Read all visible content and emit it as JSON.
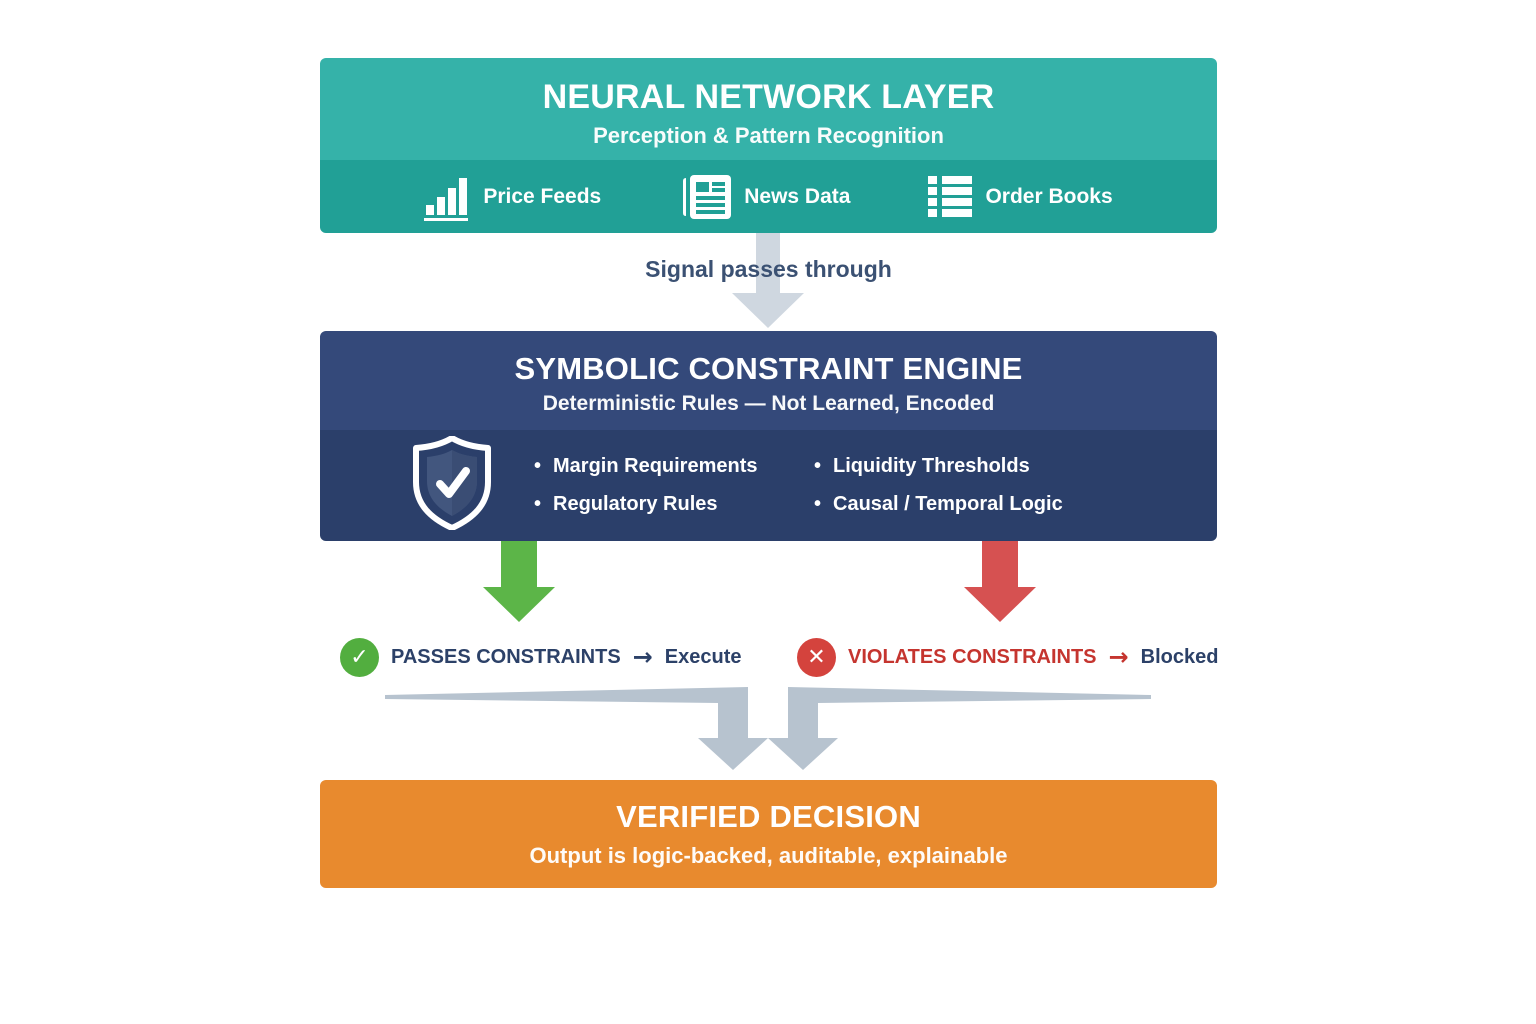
{
  "neural_layer": {
    "title": "NEURAL NETWORK LAYER",
    "subtitle": "Perception & Pattern Recognition",
    "inputs": [
      {
        "icon": "bar-chart-icon",
        "label": "Price Feeds"
      },
      {
        "icon": "newspaper-icon",
        "label": "News Data"
      },
      {
        "icon": "list-icon",
        "label": "Order Books"
      }
    ]
  },
  "signal_arrow": {
    "label": "Signal passes through"
  },
  "constraint_engine": {
    "title": "SYMBOLIC CONSTRAINT ENGINE",
    "subtitle": "Deterministic Rules — Not Learned, Encoded",
    "bullet": "•",
    "icon": "shield-check-icon",
    "rules_col1": [
      "Margin Requirements",
      "Regulatory Rules"
    ],
    "rules_col2": [
      "Liquidity Thresholds",
      "Causal / Temporal Logic"
    ]
  },
  "outcomes": {
    "pass": {
      "icon": "check-circle-icon",
      "label": "PASSES CONSTRAINTS",
      "arrow": "→",
      "result": "Execute"
    },
    "violate": {
      "icon": "x-circle-icon",
      "label": "VIOLATES CONSTRAINTS",
      "arrow": "→",
      "result": "Blocked"
    }
  },
  "decision": {
    "title": "VERIFIED DECISION",
    "subtitle": "Output is logic-backed, auditable, explainable"
  },
  "glyphs": {
    "check": "✓",
    "cross": "✕"
  },
  "colors": {
    "teal_top": "#35b2a9",
    "teal_band": "#21a096",
    "navy_top": "#34497a",
    "navy_bottom": "#2b3f6a",
    "orange": "#e88a2e",
    "green_arrow": "#5cb548",
    "red_arrow": "#d65151",
    "green_badge": "#52ae3f",
    "red_badge": "#d4433d",
    "red_text": "#c5352f",
    "navy_text": "#2c4168",
    "signal_gray": "#cfd7e0",
    "converge_gray": "#b7c3cf"
  }
}
